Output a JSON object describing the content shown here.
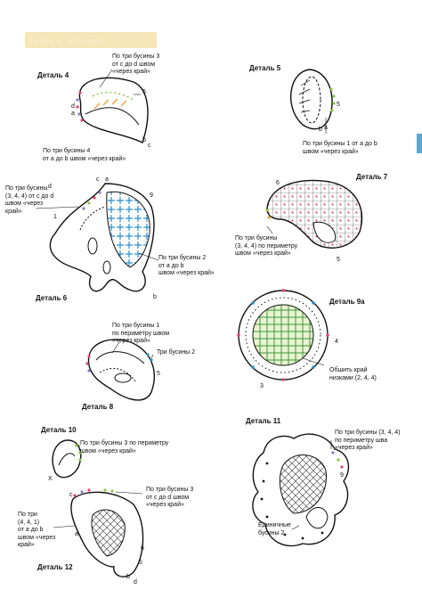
{
  "header": {
    "title": "Швы и техника"
  },
  "details": {
    "d4": {
      "title": "Деталь 4",
      "note_top": "По три бусины 3\nот c до d швом\n«через край»",
      "note_bottom": "По три бусины 4\nот a до b швом «через край»",
      "n5": "5",
      "la": "a",
      "lb": "b",
      "lc": "c",
      "ld": "d"
    },
    "d5": {
      "title": "Деталь 5",
      "note": "По три бусины 1 от a до b\nшвом «через край»",
      "la": "a",
      "lb": "b",
      "n5": "5"
    },
    "d6": {
      "title": "Деталь 6",
      "note_left": "По три бусины\n(3, 4, 4) от c до d\nшвом «через\nкрай»",
      "note_right": "По три бусины 2\nот a до b\nшвом «через край»",
      "n1": "1",
      "n9": "9",
      "lc": "c",
      "la": "a",
      "lb": "b",
      "ld": "d"
    },
    "d7": {
      "title": "Деталь 7",
      "note": "По три бусины\n(3, 4, 4) по периметру\nшвом «через край»",
      "n6": "6",
      "n5": "5"
    },
    "d8": {
      "title": "Деталь 8",
      "note_top": "По три бусины 1\nпо периметру швом\n«через край»",
      "note_right": "Три бусины 2",
      "n5": "5"
    },
    "d9a": {
      "title": "Деталь 9а",
      "note": "Обшить край\nнизками (2, 4, 4)",
      "n4": "4",
      "n3": "3"
    },
    "d10": {
      "title": "Деталь 10",
      "note": "По три бусины 3 по периметру\nшвом «через край»",
      "lx": "X"
    },
    "d11": {
      "title": "Деталь 11",
      "note_top": "По три бусины (3, 4, 4)\nпо периметру шва\n«через край»",
      "note_bottom": "Единичные\nбусины 2",
      "n9": "9"
    },
    "d12": {
      "title": "Деталь 12",
      "note_top": "По три бусины 3\nот c до d швом\n«через край»",
      "note_left": "По три\n(4, 4, 1)\nот a до b\nшвом «через\nкрай»",
      "n6": "6",
      "n5": "5",
      "lc": "c",
      "la": "a",
      "lb": "b",
      "ld": "d"
    }
  },
  "colors": {
    "bead_pink": "#e0457b",
    "bead_violet": "#8f78c9",
    "bead_green": "#8cc63e",
    "bead_gold": "#e8a33b",
    "grid_blue": "#2a8fc8",
    "grid_green": "#3a9a3a",
    "header_bg": "#f4e7b8"
  }
}
